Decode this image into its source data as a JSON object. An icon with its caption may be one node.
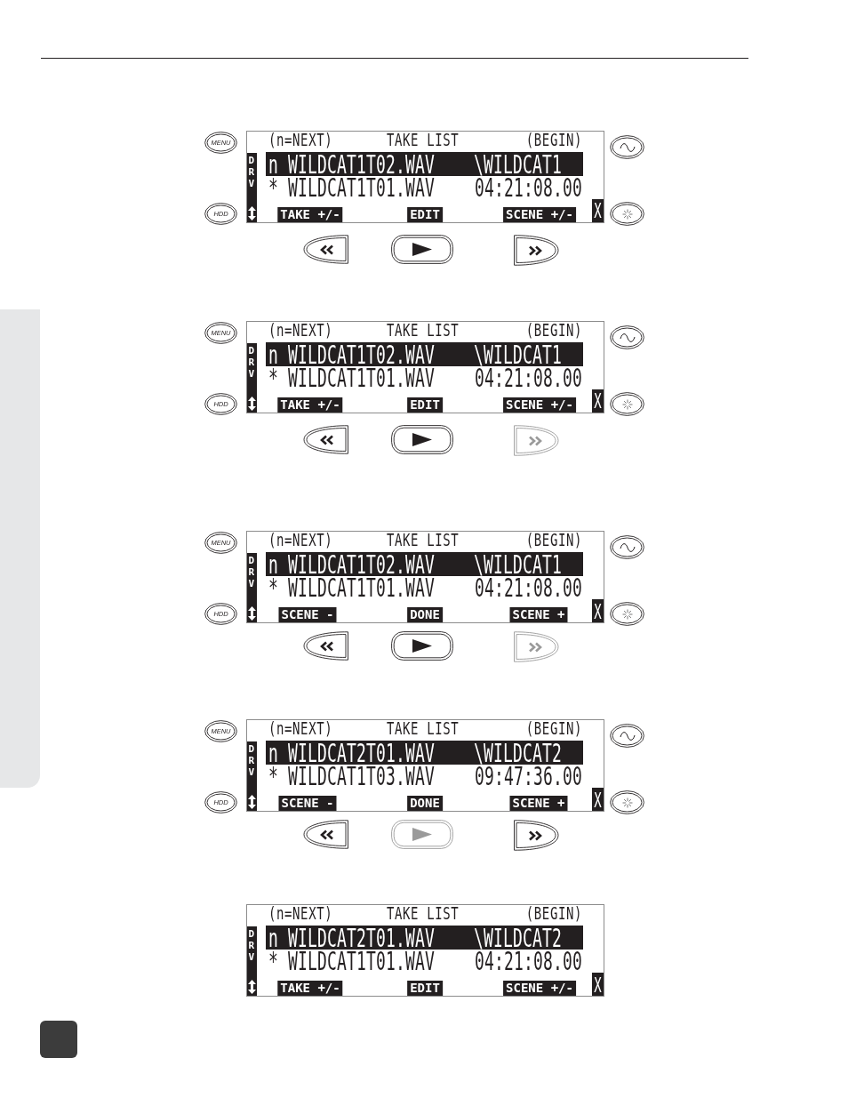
{
  "diagram": {
    "nodes": [
      {
        "text": [
          "(n=NEXT)",
          "TAKE LIST",
          "(BEGIN)",
          "* WILDCAT1T01.WAV",
          "04:21:08.00"
        ]
      },
      {
        "text": [
          "n WILDCAT1T02.WAV",
          "\\WILDCAT1"
        ],
        "in": 0
      },
      {
        "text": [
          "DRV"
        ],
        "in": 0
      },
      {
        "text": [
          "TAKE +/-"
        ],
        "in": 0
      },
      {
        "text": [
          "EDIT"
        ],
        "in": 0
      },
      {
        "text": [
          "SCENE +/-"
        ],
        "in": 0
      },
      {
        "text": [
          "X"
        ],
        "in": 0
      },
      {
        "text": [
          "MENU"
        ]
      },
      {
        "text": [
          "HDD"
        ]
      },
      {
        "text": [],
        "shape": "picture"
      },
      {
        "text": [],
        "shape": "picture"
      },
      {
        "text": [],
        "shape": "picture"
      },
      {
        "text": [],
        "shape": "picture"
      },
      {
        "text": [],
        "shape": "picture"
      },
      {
        "text": [
          "(n=NEXT)",
          "TAKE LIST",
          "(BEGIN)",
          "* WILDCAT1T01.WAV",
          "04:21:08.00"
        ]
      },
      {
        "text": [
          "n WILDCAT1T02.WAV",
          "\\WILDCAT1"
        ],
        "in": 14
      },
      {
        "text": [
          "DRV"
        ],
        "in": 14
      },
      {
        "text": [
          "TAKE +/-"
        ],
        "in": 14
      },
      {
        "text": [
          "EDIT"
        ],
        "in": 14
      },
      {
        "text": [
          "SCENE +/-"
        ],
        "in": 14
      },
      {
        "text": [
          "X"
        ],
        "in": 14
      },
      {
        "text": [
          "MENU"
        ]
      },
      {
        "text": [
          "HDD"
        ]
      },
      {
        "text": [],
        "shape": "picture"
      },
      {
        "text": [],
        "shape": "picture"
      },
      {
        "text": [],
        "shape": "picture"
      },
      {
        "text": [],
        "shape": "picture"
      },
      {
        "text": [],
        "shape": "picture"
      },
      {
        "text": [
          "(n=NEXT)",
          "TAKE LIST",
          "(BEGIN)",
          "* WILDCAT1T01.WAV",
          "04:21:08.00"
        ]
      },
      {
        "text": [
          "n WILDCAT1T02.WAV",
          "\\WILDCAT1"
        ],
        "in": 28
      },
      {
        "text": [
          "DRV"
        ],
        "in": 28
      },
      {
        "text": [
          "SCENE -"
        ],
        "in": 28
      },
      {
        "text": [
          "DONE"
        ],
        "in": 28
      },
      {
        "text": [
          "SCENE +"
        ],
        "in": 28
      },
      {
        "text": [
          "X"
        ],
        "in": 28
      },
      {
        "text": [
          "MENU"
        ]
      },
      {
        "text": [
          "HDD"
        ]
      },
      {
        "text": [],
        "shape": "picture"
      },
      {
        "text": [],
        "shape": "picture"
      },
      {
        "text": [],
        "shape": "picture"
      },
      {
        "text": [],
        "shape": "picture"
      },
      {
        "text": [],
        "shape": "picture"
      },
      {
        "text": [
          "(n=NEXT)",
          "TAKE LIST",
          "(BEGIN)",
          "* WILDCAT1T03.WAV",
          "09:47:36.00"
        ]
      },
      {
        "text": [
          "n WILDCAT2T01.WAV",
          "\\WILDCAT2"
        ],
        "in": 42
      },
      {
        "text": [
          "DRV"
        ],
        "in": 42
      },
      {
        "text": [
          "SCENE -"
        ],
        "in": 42
      },
      {
        "text": [
          "DONE"
        ],
        "in": 42
      },
      {
        "text": [
          "SCENE +"
        ],
        "in": 42
      },
      {
        "text": [
          "X"
        ],
        "in": 42
      },
      {
        "text": [
          "MENU"
        ]
      },
      {
        "text": [
          "HDD"
        ]
      },
      {
        "text": [],
        "shape": "picture"
      },
      {
        "text": [],
        "shape": "picture"
      },
      {
        "text": [],
        "shape": "picture"
      },
      {
        "text": [],
        "shape": "picture"
      },
      {
        "text": [],
        "shape": "picture"
      },
      {
        "text": [
          "(n=NEXT)",
          "TAKE LIST",
          "(BEGIN)",
          "* WILDCAT1T01.WAV",
          "04:21:08.00"
        ]
      },
      {
        "text": [
          "n WILDCAT2T01.WAV",
          "\\WILDCAT2"
        ],
        "in": 56
      },
      {
        "text": [
          "DRV"
        ],
        "in": 56
      },
      {
        "text": [
          "TAKE +/-"
        ],
        "in": 56
      },
      {
        "text": [
          "EDIT"
        ],
        "in": 56
      },
      {
        "text": [
          "SCENE +/-"
        ],
        "in": 56
      },
      {
        "text": [
          "X"
        ],
        "in": 56
      },
      {
        "text": [],
        "shape": "bar"
      }
    ]
  }
}
